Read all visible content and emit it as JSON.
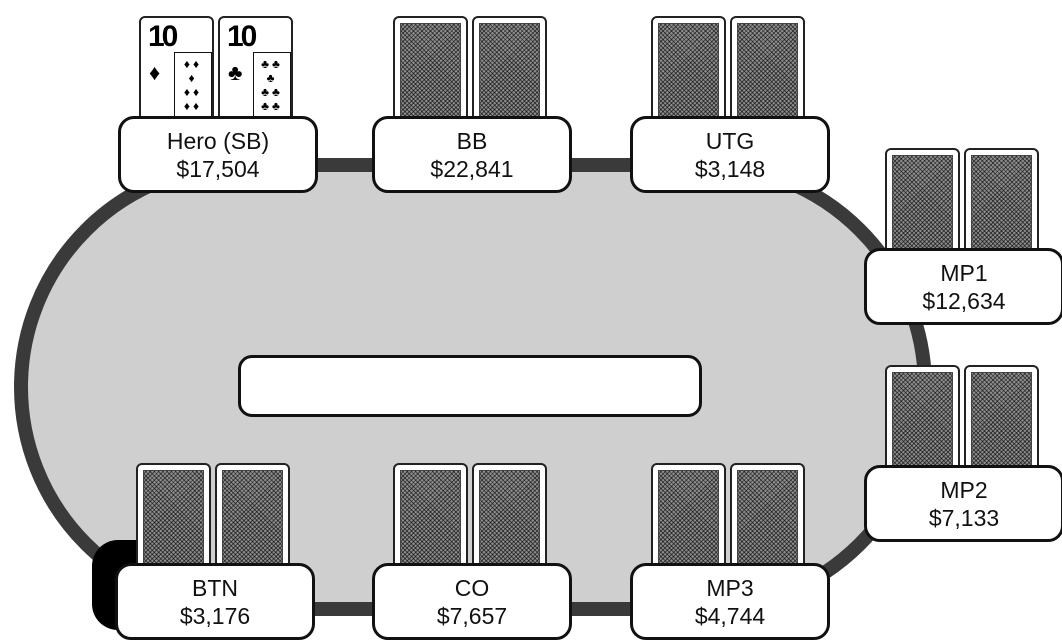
{
  "seats": [
    {
      "name": "Hero (SB)",
      "stack": "$17,504"
    },
    {
      "name": "BB",
      "stack": "$22,841"
    },
    {
      "name": "UTG",
      "stack": "$3,148"
    },
    {
      "name": "MP1",
      "stack": "$12,634"
    },
    {
      "name": "MP2",
      "stack": "$7,133"
    },
    {
      "name": "MP3",
      "stack": "$4,744"
    },
    {
      "name": "CO",
      "stack": "$7,657"
    },
    {
      "name": "BTN",
      "stack": "$3,176"
    }
  ],
  "hero_cards": [
    {
      "rank": "10",
      "suit": "♦",
      "suit_name": "diamonds"
    },
    {
      "rank": "10",
      "suit": "♣",
      "suit_name": "clubs"
    }
  ],
  "pot": "",
  "dealer_button_seat": "BTN",
  "colors": {
    "felt": "#cfcfcf",
    "rail": "#3a3a3a",
    "dealer_button": "#000000"
  }
}
